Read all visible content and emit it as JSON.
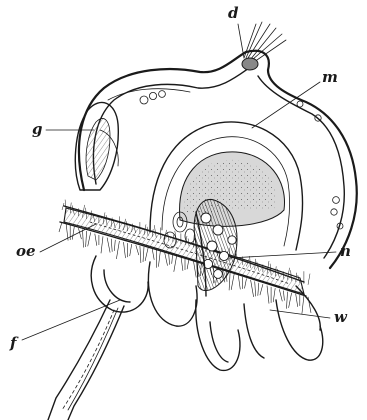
{
  "figure": {
    "labels": {
      "d": "d",
      "m": "m",
      "g": "g",
      "oe": "oe",
      "n": "n",
      "w": "w",
      "f": "f"
    }
  }
}
